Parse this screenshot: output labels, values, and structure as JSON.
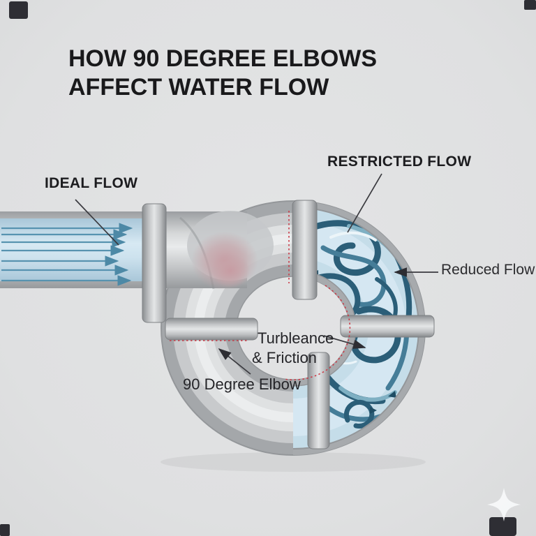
{
  "title": {
    "line1": "HOW 90 DEGREE ELBOWS",
    "line2": "AFFECT WATER FLOW"
  },
  "labels": {
    "ideal_flow": "IDEAL FLOW",
    "restricted_flow": "RESTRICTED FLOW",
    "reduced_flow": "Reduced Flow",
    "turbulence_line1": "Turbleance",
    "turbulence_line2": "& Friction",
    "elbow": "90 Degree Elbow"
  },
  "diagram": {
    "ideal_flow_arrow_count": 7,
    "flange_count": 5,
    "sections": [
      "straight inlet pipe with laminar arrows",
      "90 degree elbow ring",
      "turbulent half with swirls"
    ]
  },
  "icons": {
    "watermark": "sparkle-four-pointed-star"
  },
  "colors": {
    "background": "#dfe0e1",
    "pipe_gray": "#a4a7aa",
    "pipe_highlight": "#ebedee",
    "flow_blue_light": "#d7e9f3",
    "flow_arrow_blue": "#4d89a6",
    "turbulence_dark_blue": "#2b5e78",
    "turbulence_base": "#c5dde9",
    "impact_pink": "#c9a4a9",
    "dotted_red": "#cb3b47",
    "text_dark": "#19191b",
    "corner_mark": "#2e2e34",
    "sparkle": "#f7f9fa"
  }
}
